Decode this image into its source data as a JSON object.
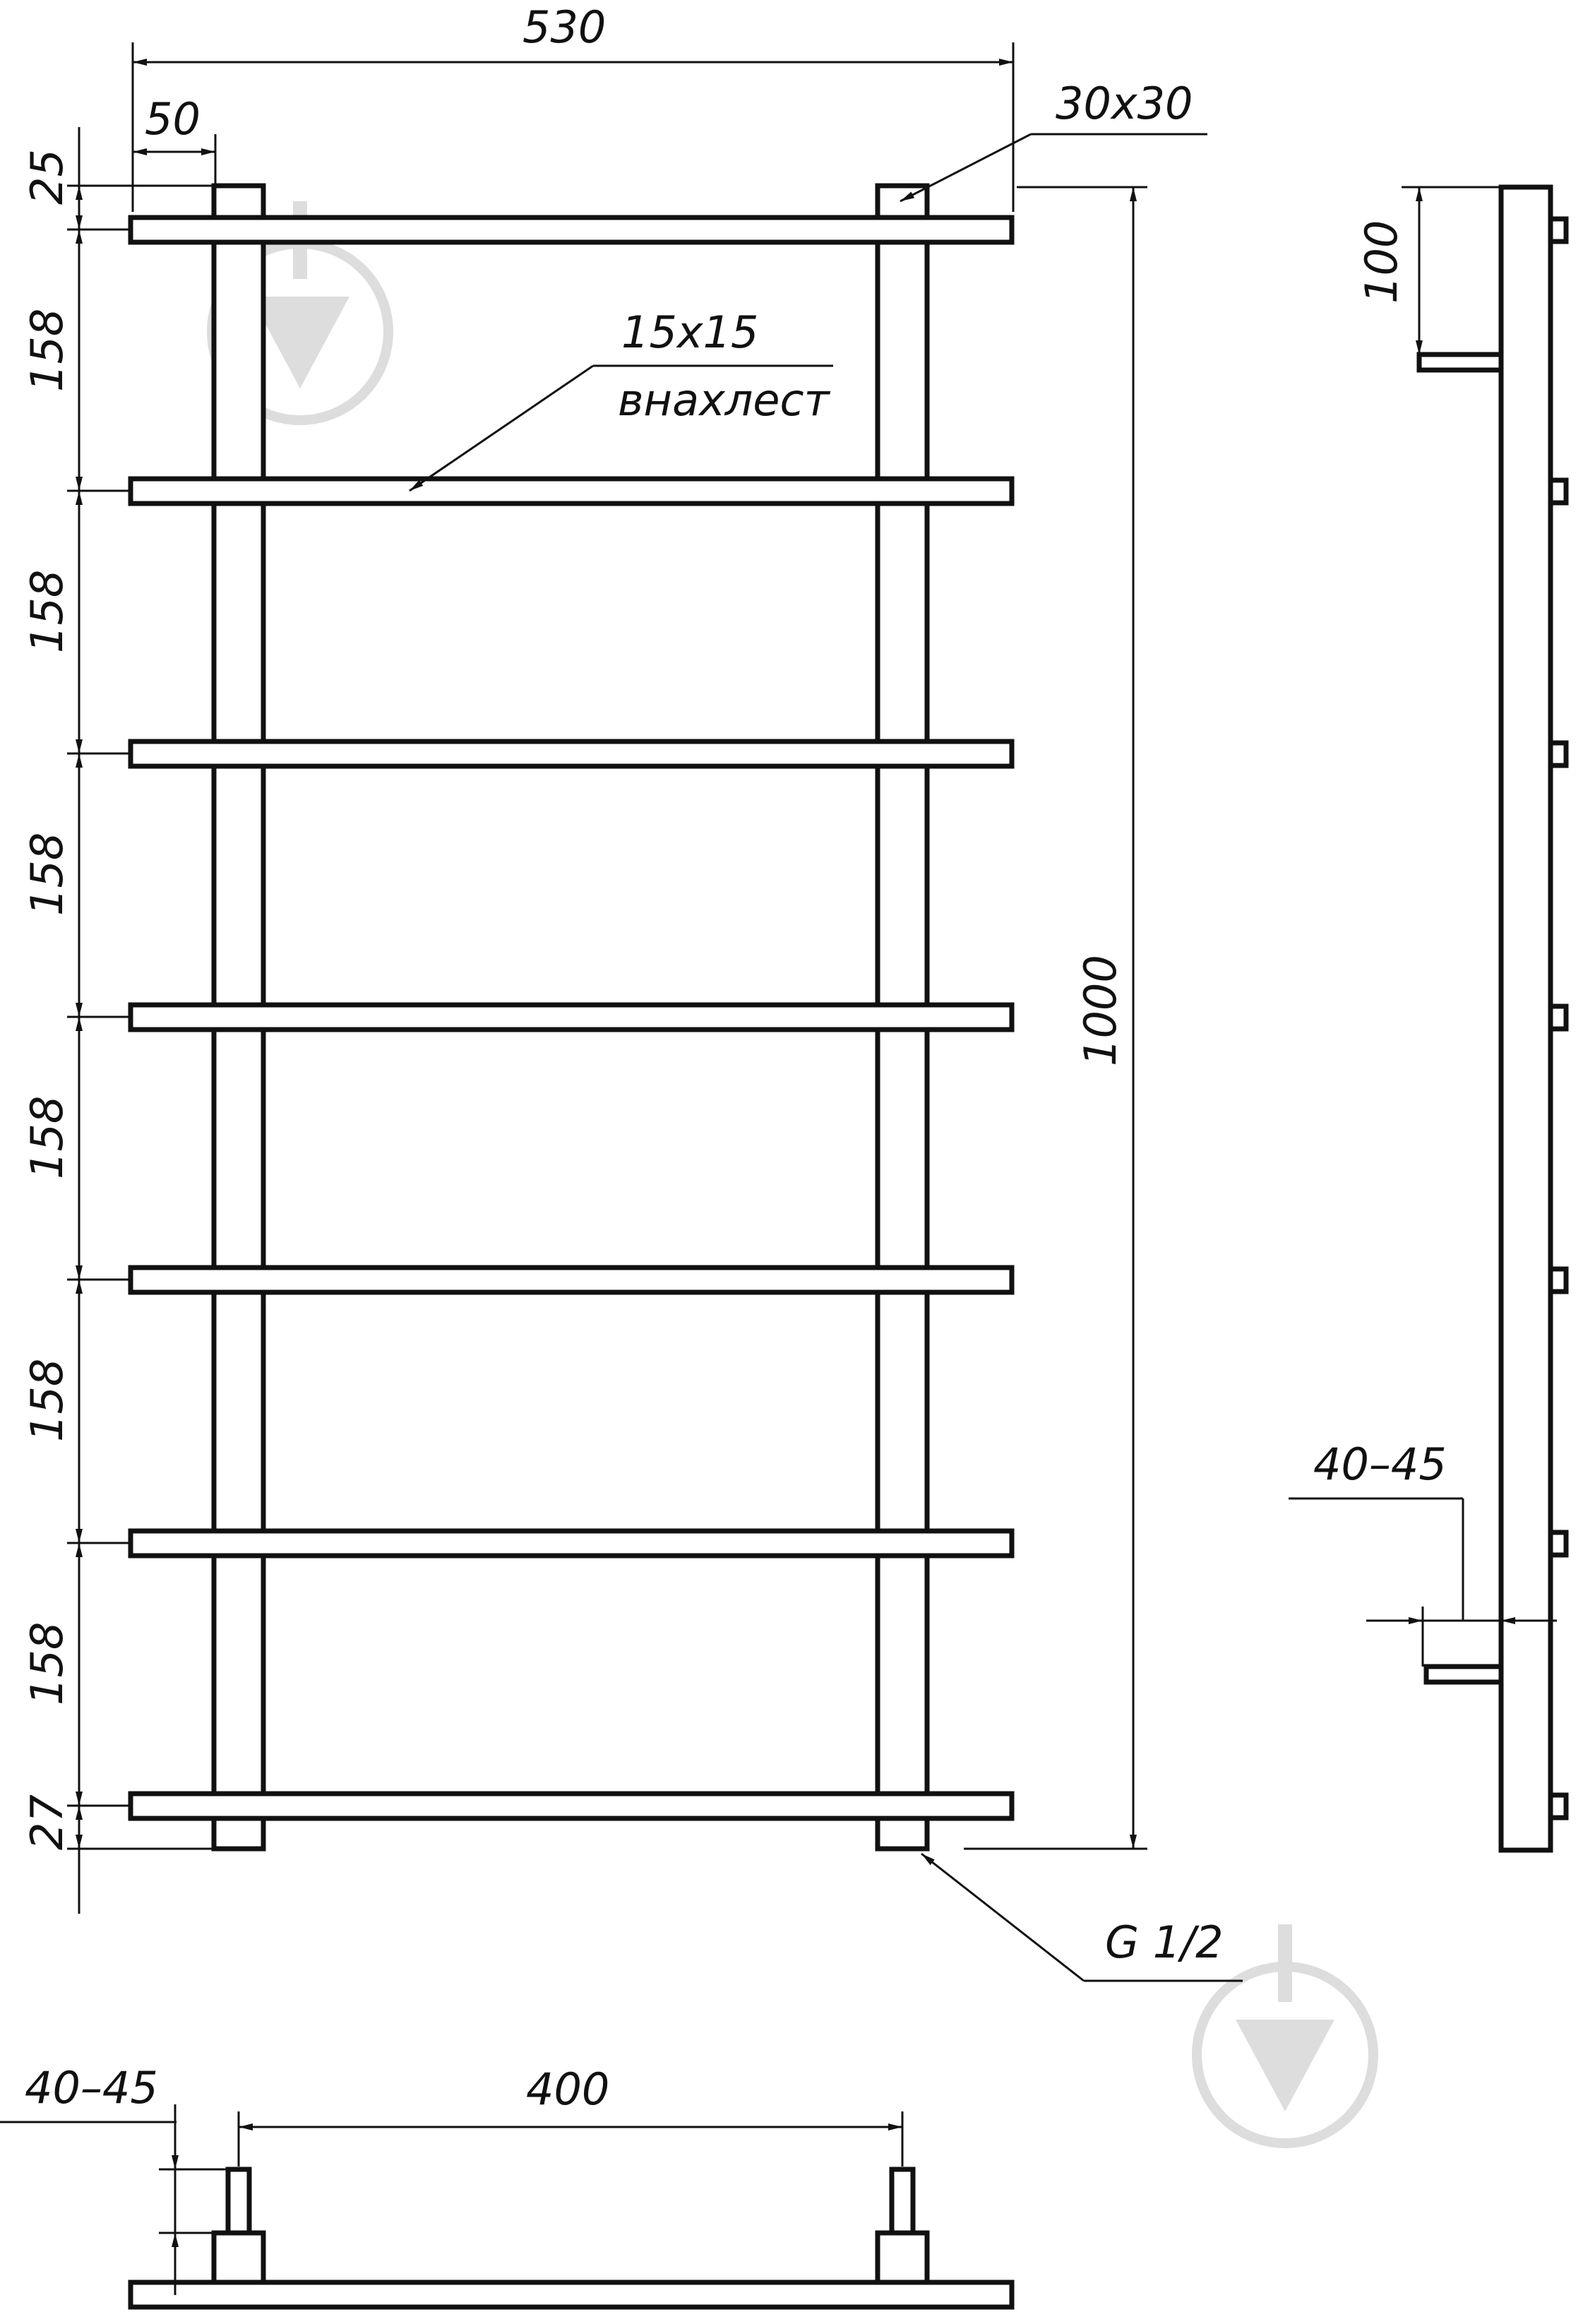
{
  "front_view": {
    "width_label": "530",
    "offset_label": "50",
    "top_offset_label": "25",
    "spacing_labels": [
      "158",
      "158",
      "158",
      "158",
      "158",
      "158"
    ],
    "bottom_offset_label": "27",
    "height_label": "1000",
    "vertical_profile_label": "30x30",
    "bar_profile_label": "15x15",
    "bar_note_label": "внахлест",
    "thread_label": "G 1/2"
  },
  "side_view": {
    "outlet_label": "100",
    "wall_gap_label": "40–45"
  },
  "bottom_view": {
    "wall_gap_label": "40–45",
    "center_distance_label": "400"
  },
  "colors": {
    "line": "#111111",
    "background": "#ffffff",
    "watermark": "#dddddd"
  }
}
